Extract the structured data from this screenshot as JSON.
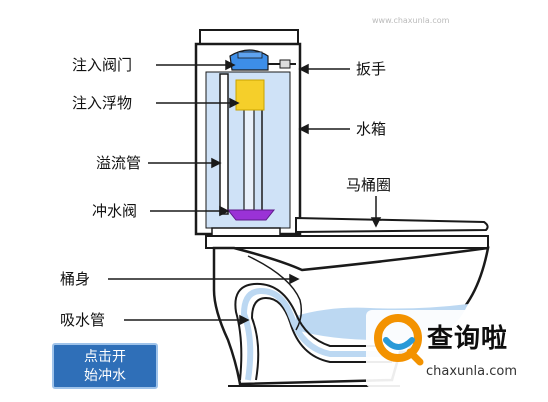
{
  "labels": {
    "inlet_valve": "注入阀门",
    "inlet_float": "注入浮物",
    "overflow_pipe": "溢流管",
    "flush_valve": "冲水阀",
    "handle": "扳手",
    "tank": "水箱",
    "seat": "马桶圈",
    "bowl": "桶身",
    "trap": "吸水管"
  },
  "button": {
    "line1": "点击开",
    "line2": "始冲水"
  },
  "watermark": {
    "brand": "查询啦",
    "domain": "chaxunla.com",
    "top_text": "www.chaxunla.com"
  },
  "colors": {
    "water": "#bcd8f2",
    "tank_water": "#cfe2f7",
    "float": "#f5cf2a",
    "valve": "#3d8ee8",
    "flush": "#9a32d6",
    "outline": "#1a1a1a",
    "button": "#2f6fb8",
    "logo_orange": "#f39200",
    "logo_blue": "#2a9ad8"
  }
}
